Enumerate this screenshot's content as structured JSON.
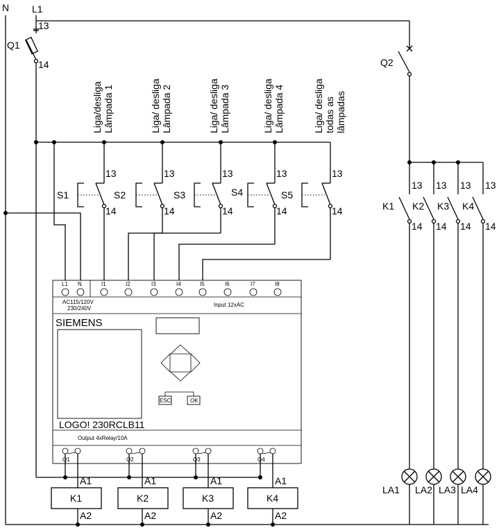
{
  "rails": {
    "neutral": "N",
    "line": "L1"
  },
  "breakers": {
    "q1": "Q1",
    "q2": "Q2"
  },
  "terminals": {
    "t13": "13",
    "t14": "14",
    "a1": "A1",
    "a2": "A2"
  },
  "pushbuttons": [
    {
      "name": "S1",
      "caption": [
        "Liga/desliga",
        "Lâmpada 1"
      ]
    },
    {
      "name": "S2",
      "caption": [
        "Liga/ desliga",
        "Lâmpada 2"
      ]
    },
    {
      "name": "S3",
      "caption": [
        "Liga/ desliga",
        "Lâmpada 3"
      ]
    },
    {
      "name": "S4",
      "caption": [
        "Liga/ desliga",
        "Lâmpada 4"
      ]
    },
    {
      "name": "S5",
      "caption": [
        "Liga/ desliga",
        "todas as",
        "lâmpadas"
      ]
    }
  ],
  "plc": {
    "brand": "SIEMENS",
    "model": "LOGO! 230RCLB11",
    "supply": [
      "AC115/120V",
      "230/240V"
    ],
    "input_label": "Input 12xAC",
    "output_label": "Output 4xRelay/10A",
    "input_terminals": [
      "L1",
      "N",
      "I1",
      "I2",
      "I3",
      "I4",
      "I5",
      "I6",
      "I7",
      "I8"
    ],
    "output_terminals": [
      "Q1",
      "Q2",
      "Q3",
      "Q4"
    ],
    "esc": "ESC",
    "ok": "OK"
  },
  "coils": [
    "K1",
    "K2",
    "K3",
    "K4"
  ],
  "contacts": [
    "K1",
    "K2",
    "K3",
    "K4"
  ],
  "lamps": [
    "LA1",
    "LA2",
    "LA3",
    "LA4"
  ]
}
